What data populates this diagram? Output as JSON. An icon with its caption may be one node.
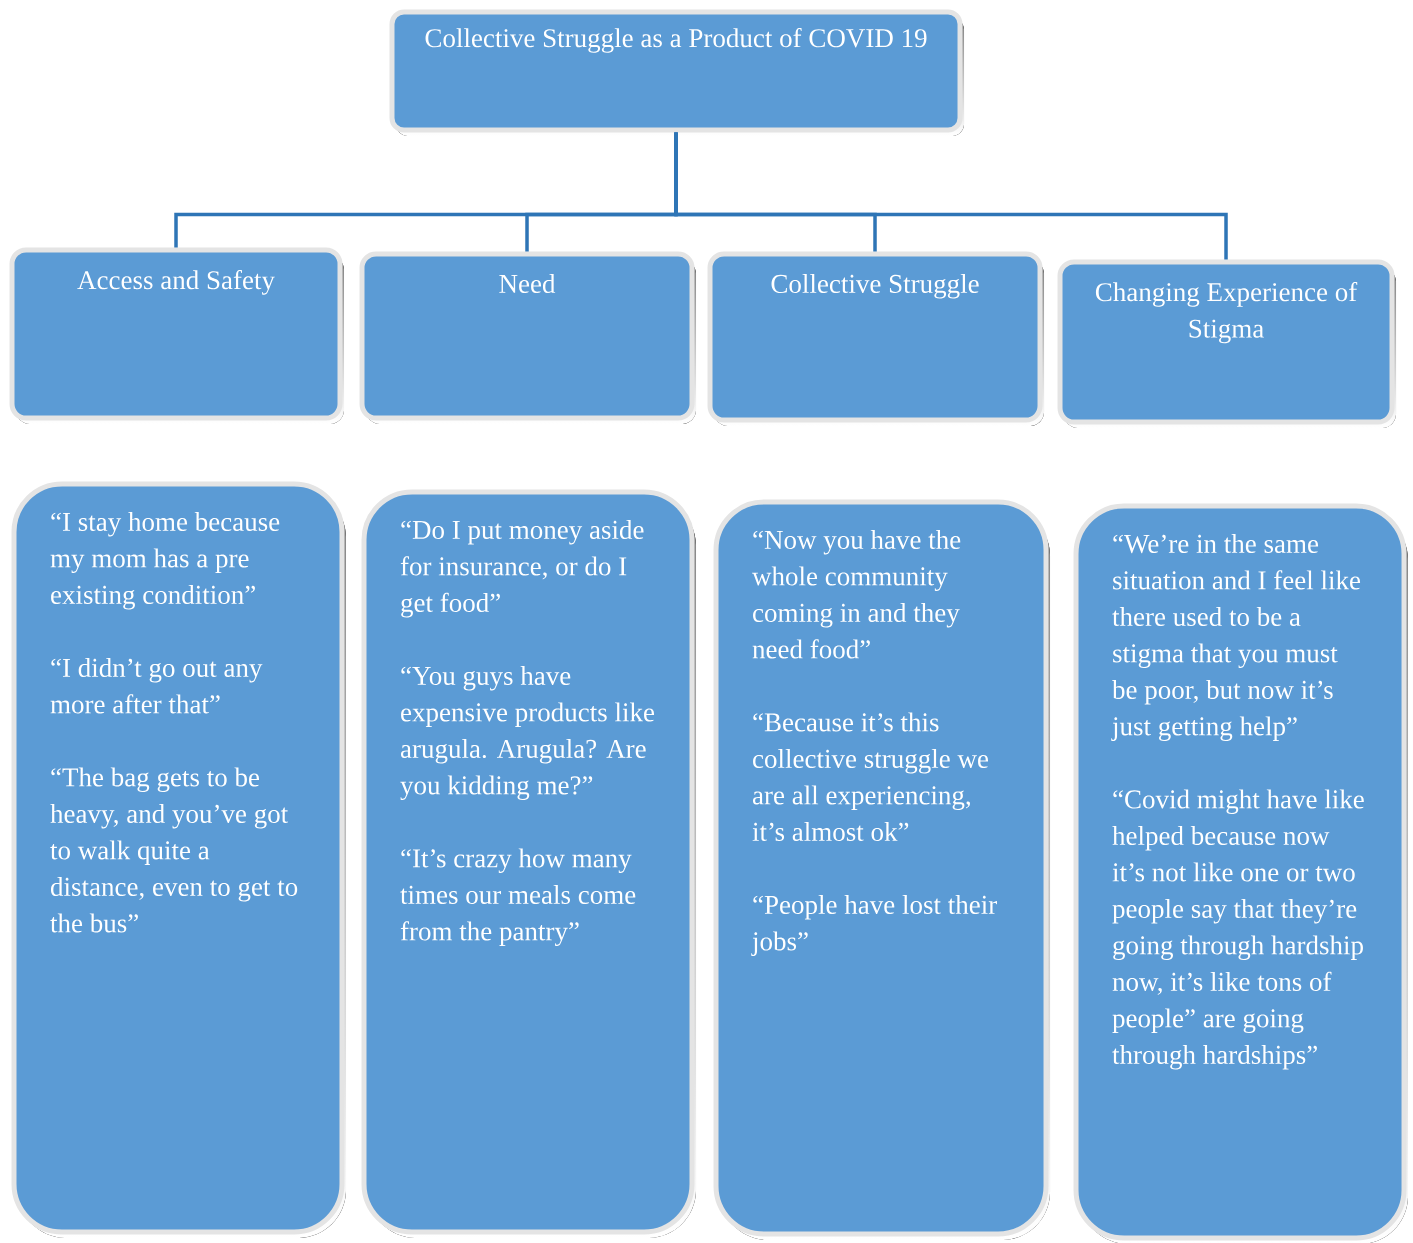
{
  "diagram": {
    "nodes": [
      {
        "text": [
          "Collective Struggle as a Product of COVID 19"
        ]
      },
      {
        "text": [
          "Access and Safety"
        ]
      },
      {
        "text": [
          "Need"
        ]
      },
      {
        "text": [
          "Collective Struggle"
        ]
      },
      {
        "text": [
          "Changing Experience of Stigma"
        ]
      },
      {
        "text": [
          "“I stay home because my mom has a pre existing condition”",
          "“I didn’t go out any more after that”",
          "“The bag gets to be heavy, and you’ve got to walk quite a distance, even to get to the bus”"
        ]
      },
      {
        "text": [
          "“Do I put money aside for insurance, or do I get food”",
          "“You guys have expensive products like arugula. Arugula? Are you kidding me?”",
          "“It’s crazy how many times our meals come from the pantry”"
        ]
      },
      {
        "text": [
          "“Now you have the whole community coming in and they need food”",
          "“Because it’s this collective struggle we are all experiencing, it’s almost ok”",
          "“People have lost their jobs”"
        ]
      },
      {
        "text": [
          "“We’re in the same situation and I feel like there used to be a stigma that you must be poor, but now it’s just getting help”",
          "“Covid might have like helped because now it’s not like one or two people say that they’re going through hardship now, it’s like tons of people” are going through hardships”"
        ]
      }
    ],
    "edges": [
      {
        "from": 0,
        "to": 1,
        "arrow": "none"
      },
      {
        "from": 0,
        "to": 2,
        "arrow": "none"
      },
      {
        "from": 0,
        "to": 3,
        "arrow": "none"
      },
      {
        "from": 0,
        "to": 4,
        "arrow": "none"
      }
    ]
  }
}
